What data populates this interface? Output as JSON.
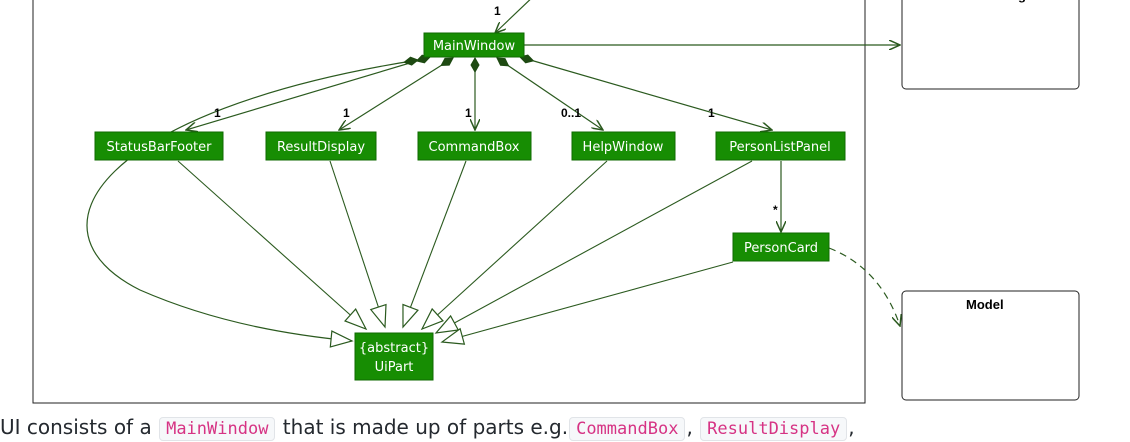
{
  "diagram": {
    "classes": {
      "main_window": "MainWindow",
      "status_bar_footer": "StatusBarFooter",
      "result_display": "ResultDisplay",
      "command_box": "CommandBox",
      "help_window": "HelpWindow",
      "person_list_panel": "PersonListPanel",
      "person_card": "PersonCard",
      "ui_part_stereotype": "{abstract}",
      "ui_part_name": "UiPart"
    },
    "packages": {
      "model": "Model",
      "logic_partial": "g"
    },
    "multiplicities": {
      "logic_to_main": "1",
      "status_bar_footer": "1",
      "result_display": "1",
      "command_box": "1",
      "help_window": "0..1",
      "person_list_panel": "1",
      "person_card": "*"
    },
    "colors": {
      "class_fill": "#178d03",
      "class_border": "#0f6a02",
      "edge": "#2b5a1f",
      "frame": "#222222"
    }
  },
  "caption": {
    "lead": "UI consists of a",
    "main_window_code": "MainWindow",
    "middle": "that is made up of parts e.g.",
    "command_box_code": "CommandBox",
    "sep": ",",
    "result_display_code": "ResultDisplay",
    "trail": ","
  }
}
